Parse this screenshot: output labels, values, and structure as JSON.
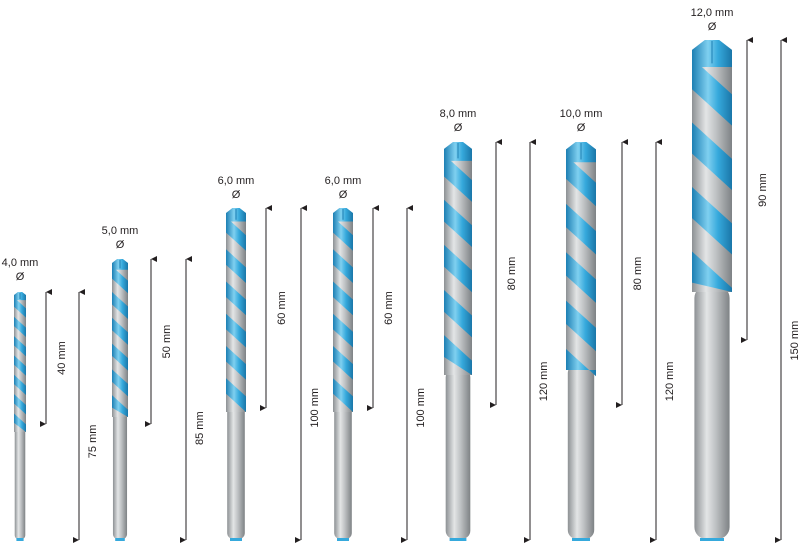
{
  "colors": {
    "shank": "#b9bcbe",
    "shank_light": "#e3e5e6",
    "shank_dark": "#8d9194",
    "flute": "#36a9dc",
    "flute_light": "#7fd0f0",
    "flute_dark": "#1d7fb3",
    "text": "#231f20"
  },
  "diameter_symbol": "Ø",
  "bits": [
    {
      "diameter": "4,0 mm",
      "working_length": "40 mm",
      "total_length": "75 mm"
    },
    {
      "diameter": "5,0 mm",
      "working_length": "50 mm",
      "total_length": "85 mm"
    },
    {
      "diameter": "6,0 mm",
      "working_length": "60 mm",
      "total_length": "100 mm"
    },
    {
      "diameter": "6,0 mm",
      "working_length": "60 mm",
      "total_length": "100 mm"
    },
    {
      "diameter": "8,0 mm",
      "working_length": "80 mm",
      "total_length": "120 mm"
    },
    {
      "diameter": "10,0 mm",
      "working_length": "80 mm",
      "total_length": "120 mm"
    },
    {
      "diameter": "12,0 mm",
      "working_length": "90 mm",
      "total_length": "150 mm"
    }
  ]
}
